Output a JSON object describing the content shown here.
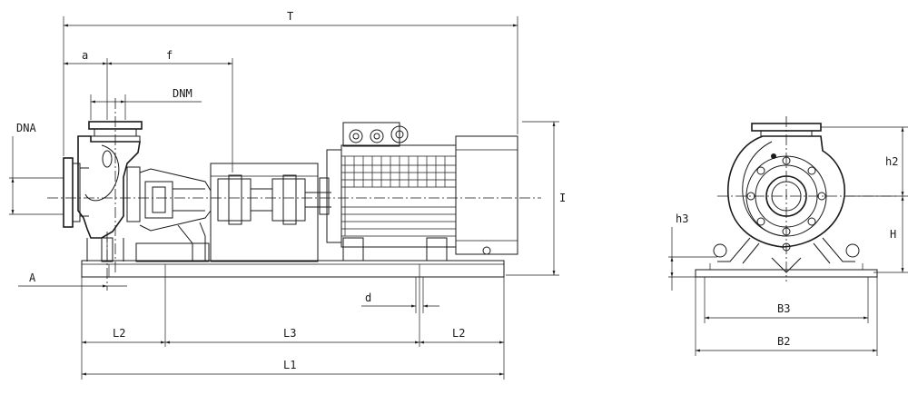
{
  "dimensions": {
    "T": "T",
    "a": "a",
    "f": "f",
    "DNM": "DNM",
    "DNA": "DNA",
    "A": "A",
    "d": "d",
    "I": "I",
    "L1": "L1",
    "L2_left": "L2",
    "L3": "L3",
    "L2_right": "L2",
    "h2": "h2",
    "h3": "h3",
    "H": "H",
    "B3": "B3",
    "B2": "B2"
  },
  "colors": {
    "ink": "#1a1a1a",
    "background": "#ffffff"
  }
}
